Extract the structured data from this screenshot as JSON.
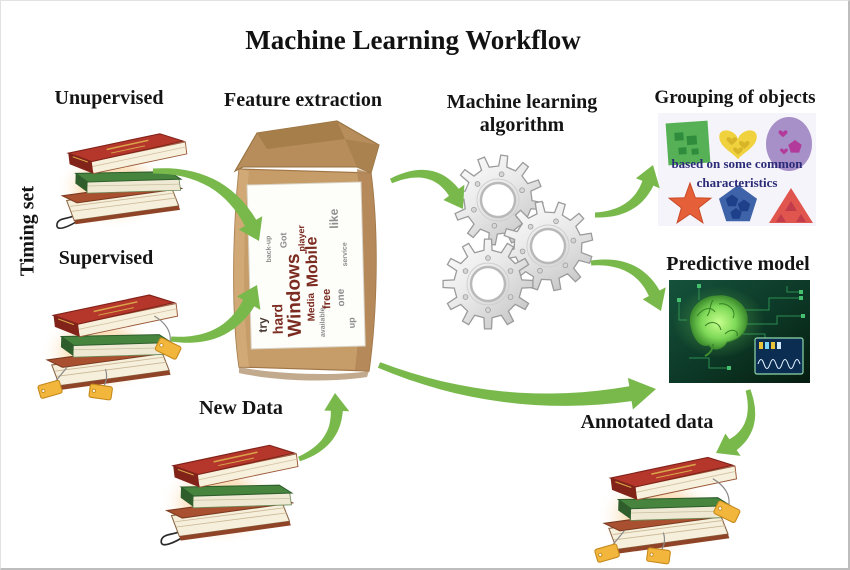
{
  "title": "Machine Learning Workflow",
  "labels": {
    "timing_set": "Timing set",
    "unupervised": "Unupervised",
    "supervised": "Supervised",
    "feature_extraction": "Feature extraction",
    "new_data": "New Data",
    "algorithm": "Machine learning algorithm",
    "grouping": "Grouping of objects",
    "grouping_caption": "based on some common characteristics",
    "predictive": "Predictive model",
    "annotated": "Annotated data"
  },
  "word_cloud": {
    "words": [
      {
        "text": "Windows"
      },
      {
        "text": "Mobile"
      },
      {
        "text": "hard"
      },
      {
        "text": "try"
      },
      {
        "text": "like"
      },
      {
        "text": "Media"
      },
      {
        "text": "free"
      },
      {
        "text": "player"
      },
      {
        "text": "one"
      },
      {
        "text": "Got"
      },
      {
        "text": "back-up"
      },
      {
        "text": "available"
      },
      {
        "text": "service"
      },
      {
        "text": "up"
      }
    ]
  },
  "colors": {
    "arrow_green": "#79b94c",
    "caption_navy": "#2b2b78",
    "word_maroon": "#7b2b20",
    "word_gray": "#8d8d8d",
    "bag_tan": "#c69d68"
  }
}
